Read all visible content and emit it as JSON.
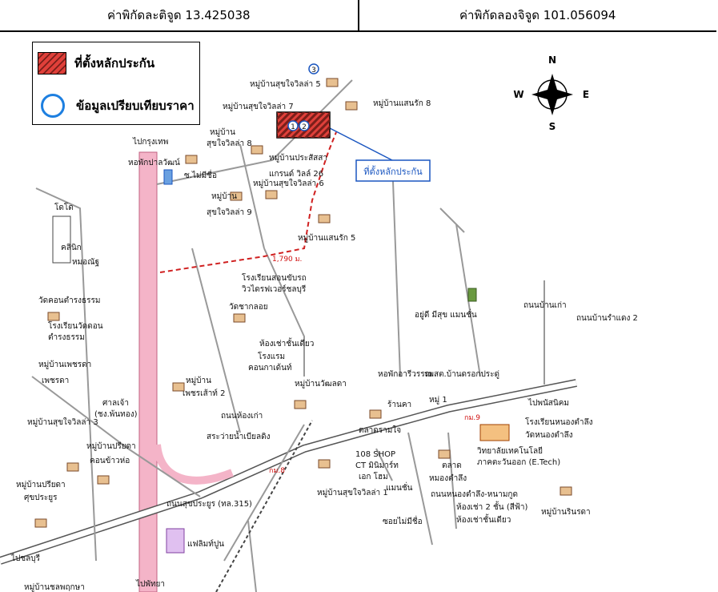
{
  "header": {
    "latitude": "ค่าพิกัดละติจูด 13.425038",
    "longitude": "ค่าพิกัดลองจิจูด 101.056094"
  },
  "legend": {
    "collateral_location": "ที่ตั้งหลักประกัน",
    "comparison_data": "ข้อมูลเปรียบเทียบราคา"
  },
  "compass": {
    "n": "N",
    "s": "S",
    "e": "E",
    "w": "W"
  },
  "markers": {
    "m1": "1",
    "m2": "2",
    "m3": "3"
  },
  "callout": "ที่ตั้งหลักประกัน",
  "distances": {
    "d1": "1,790 ม.",
    "d2": "กม.9",
    "d3": "กม.8"
  },
  "labels": {
    "suchai_villa7": "หมู่บ้านสุขใจวิลล่า 7",
    "suchai_villa5": "หมู่บ้านสุขใจวิลล่า 5",
    "saensuk8": "หมู่บ้านแสนรัก 8",
    "to_bangkok": "ไปกรุงเทพ",
    "dorm_paradise": "หอพักปาลวัฒน์",
    "village_a": "หมู่บ้าน",
    "suchai_villa8": "สุขใจวิลล่า 8",
    "prasat": "หมู่บ้านประสัสสา",
    "grand_villa": "แกรนด์ วิลล์ 26",
    "suchai_villa6": "หมู่บ้านสุขใจวิลล่า 6",
    "hangsuan": "ซ.ไม่มีชื่อ",
    "village_b": "หมู่บ้าน",
    "suchai_villa9": "สุขใจวิลล่า 9",
    "saensuk5": "หมู่บ้านแสนรัก 5",
    "dodo": "โดโด",
    "clinic": "คลินิก",
    "mor_clinic": "หมอณัฐ",
    "driving_school": "โรงเรียนสอนขับรถ",
    "driving_school2": "วิวไดรฟเวอร์ชลบุรี",
    "wat_nongmon": "วัดคอนตำรงธรรม",
    "school_wat": "โรงเรียนวัดดอน",
    "school_wat2": "ตำรงธรรม",
    "wat_pa": "วัดชากลอย",
    "apartment": "อยู่ดี มีสุข แมนชั่น",
    "natural_road": "ถนนบ้านเก่า",
    "dorm_room": "ห้องเช่าชั้นเดียว",
    "hotel": "โรงแรม",
    "condo": "คอนกาเด้นท์",
    "village_pedpaka": "หมู่บ้านเพชรดา",
    "village_pedpaka2": "เพชรดา",
    "village_x": "หมู่บ้านวัฒลดา",
    "dorm_sirivan": "หอพักอารีวรรณ",
    "ratsada": "รพสต.บ้านดรอกประดู่",
    "village_c": "หมู่บ้าน",
    "village_c2": "เพชรเส้าท์ 2",
    "shrine": "ศาลเจ้า",
    "shrine2": "(ชง.พ้นทอง)",
    "suchai_villa3": "หมู่บ้านสุขใจวิลล่า 3",
    "aomsin": "ร้านคา",
    "moo1": "หมู่ 1",
    "market_road": "ตลาดรามใจ",
    "to_phanthong": "ไปพนัสนิคม",
    "school_nong": "โรงเรียนหนองตำลึง",
    "wat_nong": "วัดหนองตำลึง",
    "village_pk": "หมู่บ้านปรียดา",
    "condo_wat": "คอนข้าวห่อ",
    "village_noname": "สระว่ายน้ำเบียลดิง",
    "ampang_road": "ถนนห้องเก่า",
    "m108": "108 SHOP",
    "cpall": "CT มินิมาร์ท",
    "tese": "เอก โฮม",
    "mansion": "แมนชั่น",
    "mor_nong": "หมองตำลึง",
    "market_nong": "ตลาด",
    "highway315": "ถนนสุขประยูร (ทล.315)",
    "village_pk2": "หมู่บ้านปรียดา",
    "village_pk3": "ศุขประยูร",
    "suchai_villa1": "หมู่บ้านสุขใจวิลล่า 1",
    "room_rent1": "ห้องเช่า 2 ชั้น (สีฟ้า)",
    "room_rent2": "ห้องเช่าชั้นเดียว",
    "no_name": "ซอยไม่มีชื่อ",
    "tech_college": "วิทยาลัยเทคโนโลยี",
    "tech_college2": "ภาคตะวันออก (E.Tech)",
    "village_ratpa": "หมู่บ้านรินรดา",
    "to_chonburi": "ไปชลบุรี",
    "to_pattaya": "ไปพัทยา",
    "village_ch": "หมู่บ้านชลพฤกษา",
    "pump": "แฟลิมท์ปูน",
    "nong_road": "ถนนหนองตำลึง-หนามกูด",
    "nong_road2": "ถนนบ้านรำแดง 2"
  }
}
